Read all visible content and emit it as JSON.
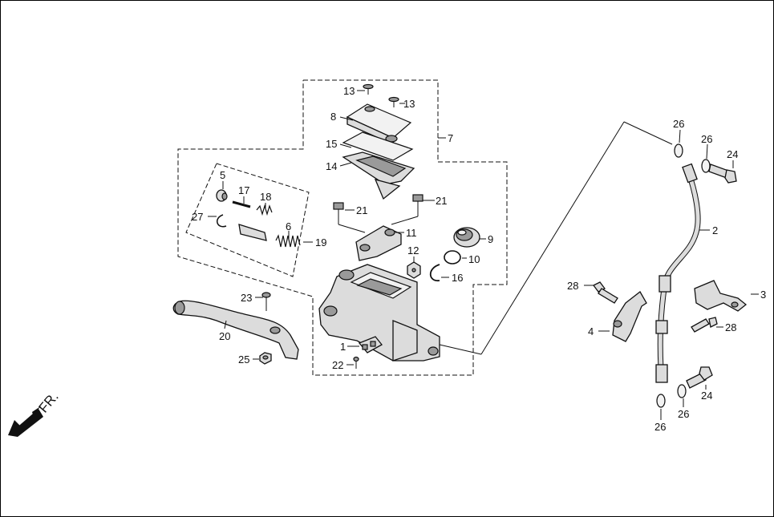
{
  "diagram": {
    "direction_label": "FR.",
    "colors": {
      "line": "#111111",
      "part_fill": "#dcdcdc",
      "part_dark": "#9a9a9a",
      "background": "#ffffff"
    },
    "callouts": {
      "c1": "1",
      "c2": "2",
      "c3": "3",
      "c4": "4",
      "c5": "5",
      "c6": "6",
      "c7": "7",
      "c8": "8",
      "c9": "9",
      "c10": "10",
      "c11": "11",
      "c12": "12",
      "c13a": "13",
      "c13b": "13",
      "c14": "14",
      "c15": "15",
      "c16": "16",
      "c17": "17",
      "c18": "18",
      "c19": "19",
      "c20": "20",
      "c21a": "21",
      "c21b": "21",
      "c22": "22",
      "c23": "23",
      "c24a": "24",
      "c24b": "24",
      "c25": "25",
      "c26a": "26",
      "c26b": "26",
      "c26c": "26",
      "c26d": "26",
      "c27": "27",
      "c28a": "28",
      "c28b": "28"
    }
  }
}
